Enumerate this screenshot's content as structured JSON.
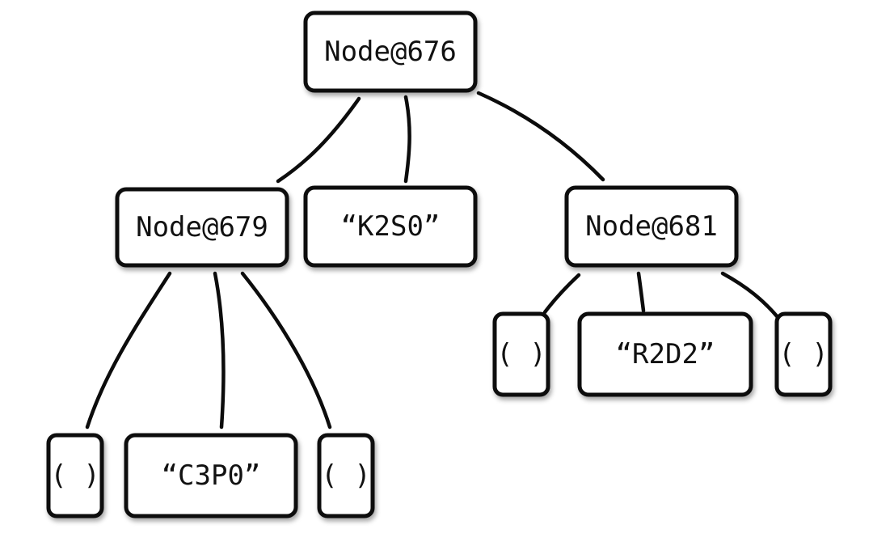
{
  "tree": {
    "root": {
      "label": "Node@676"
    },
    "level1": {
      "left": {
        "label": "Node@679"
      },
      "middle": {
        "label": "“K2S0”"
      },
      "right": {
        "label": "Node@681"
      }
    },
    "left_children": {
      "left": {
        "label": "( )"
      },
      "middle": {
        "label": "“C3P0”"
      },
      "right": {
        "label": "( )"
      }
    },
    "right_children": {
      "left": {
        "label": "( )"
      },
      "middle": {
        "label": "“R2D2”"
      },
      "right": {
        "label": "( )"
      }
    }
  }
}
